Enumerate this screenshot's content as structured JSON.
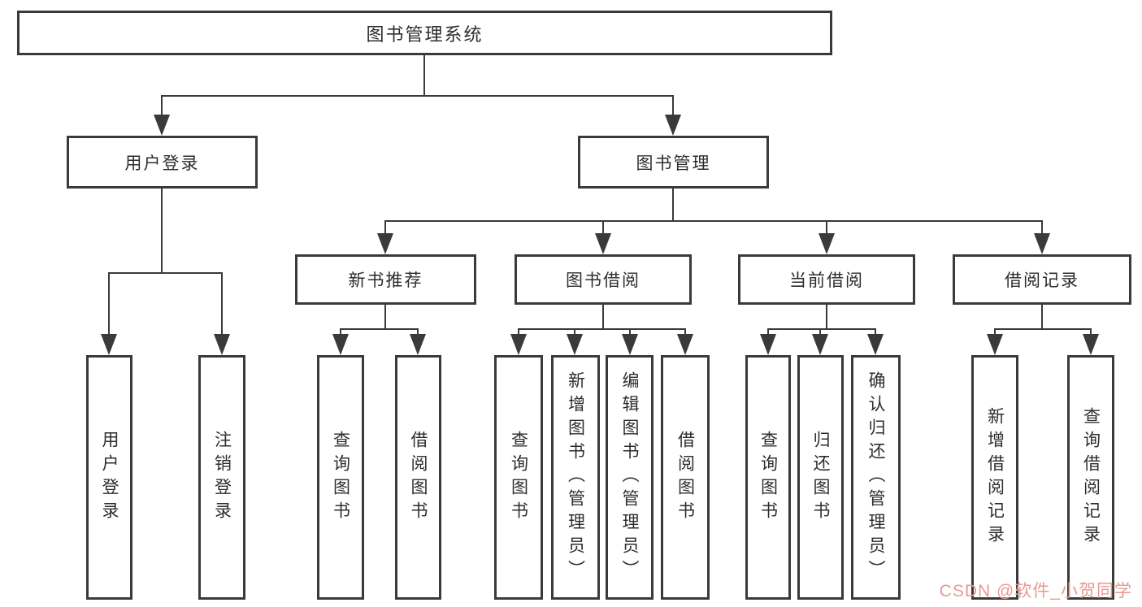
{
  "tree": {
    "label": "图书管理系统",
    "children": [
      {
        "label": "用户登录",
        "children": [
          {
            "label": "用户登录"
          },
          {
            "label": "注销登录"
          }
        ]
      },
      {
        "label": "图书管理",
        "children": [
          {
            "label": "新书推荐",
            "children": [
              {
                "label": "查询图书"
              },
              {
                "label": "借阅图书"
              }
            ]
          },
          {
            "label": "图书借阅",
            "children": [
              {
                "label": "查询图书"
              },
              {
                "label": "新增图书（管理员）"
              },
              {
                "label": "编辑图书（管理员）"
              },
              {
                "label": "借阅图书"
              }
            ]
          },
          {
            "label": "当前借阅",
            "children": [
              {
                "label": "查询图书"
              },
              {
                "label": "归还图书"
              },
              {
                "label": "确认归还（管理员）"
              }
            ]
          },
          {
            "label": "借阅记录",
            "children": [
              {
                "label": "新增借阅记录"
              },
              {
                "label": "查询借阅记录"
              }
            ]
          }
        ]
      }
    ]
  },
  "watermark": {
    "text": "CSDN @软件_小贺同学"
  },
  "colors": {
    "line": "#3a3a3a",
    "text": "#2d2d2d",
    "background": "#ffffff",
    "watermark": "#e79a92"
  }
}
